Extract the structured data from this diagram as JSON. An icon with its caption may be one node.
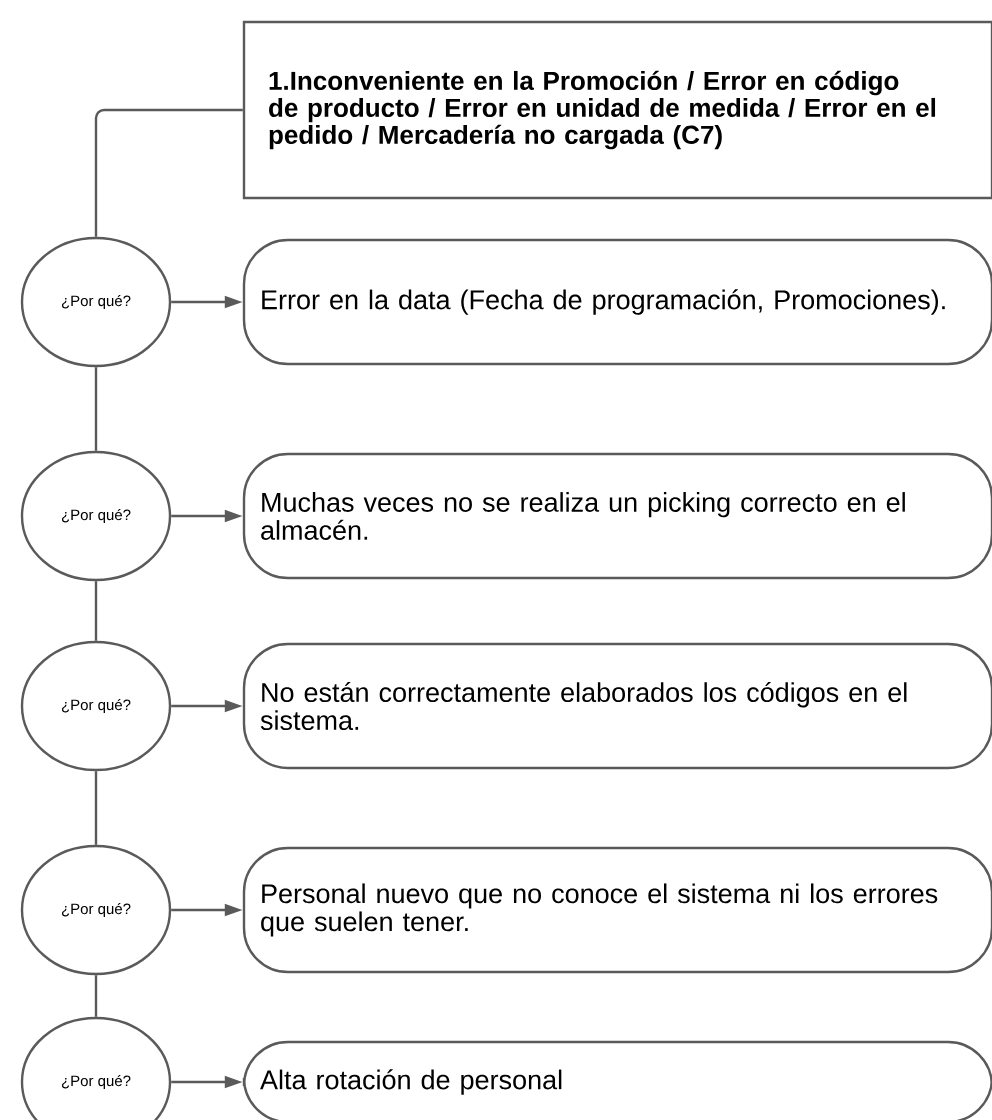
{
  "diagram": {
    "nodes": [
      {
        "text": [
          "1.Inconveniente en la Promoción / Error en código de producto / Error en unidad de medida / Error en el pedido / Mercadería no cargada (C7)"
        ]
      },
      {
        "text": [
          "¿Por qué?"
        ]
      },
      {
        "text": [
          "Error en la data (Fecha de programación, Promociones)."
        ]
      },
      {
        "text": [
          "¿Por qué?"
        ]
      },
      {
        "text": [
          "Muchas veces no se realiza un picking correcto en el almacén."
        ]
      },
      {
        "text": [
          "¿Por qué?"
        ]
      },
      {
        "text": [
          "No están correctamente elaborados los códigos en el sistema."
        ]
      },
      {
        "text": [
          "¿Por qué?"
        ]
      },
      {
        "text": [
          "Personal nuevo que no conoce el sistema ni los errores que suelen tener."
        ]
      },
      {
        "text": [
          "¿Por qué?"
        ]
      },
      {
        "text": [
          "Alta rotación de personal"
        ]
      }
    ],
    "edges": [
      {
        "from": 0,
        "to": 1,
        "arrow": "none"
      },
      {
        "from": 1,
        "to": 2,
        "arrow": "to"
      },
      {
        "from": 1,
        "to": 3,
        "arrow": "none"
      },
      {
        "from": 3,
        "to": 4,
        "arrow": "to"
      },
      {
        "from": 3,
        "to": 5,
        "arrow": "none"
      },
      {
        "from": 5,
        "to": 6,
        "arrow": "to"
      },
      {
        "from": 5,
        "to": 7,
        "arrow": "none"
      },
      {
        "from": 7,
        "to": 8,
        "arrow": "to"
      },
      {
        "from": 7,
        "to": 9,
        "arrow": "none"
      },
      {
        "from": 9,
        "to": 10,
        "arrow": "to"
      }
    ]
  }
}
